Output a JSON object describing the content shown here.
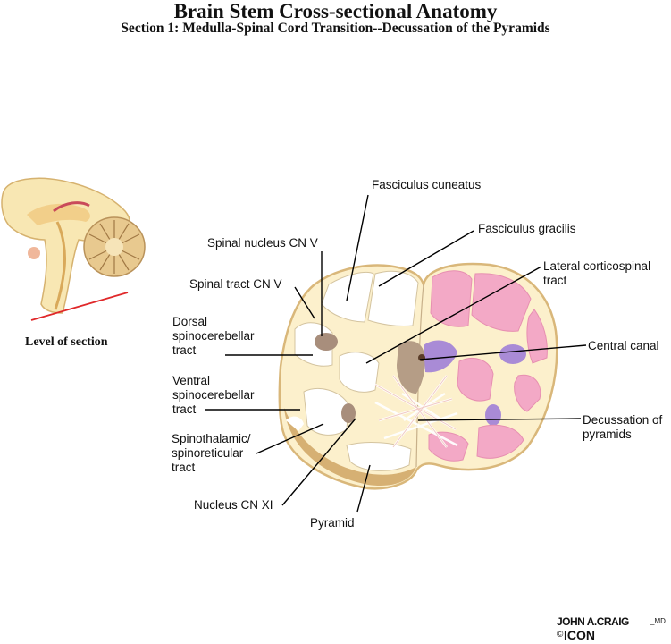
{
  "header": {
    "title": "Brain Stem Cross-sectional Anatomy",
    "subtitle": "Section 1:  Medulla-Spinal Cord Transition--Decussation of the Pyramids"
  },
  "inset": {
    "caption": "Level of section",
    "marker_color": "#e0282a"
  },
  "labels": {
    "fasciculus_cuneatus": "Fasciculus cuneatus",
    "fasciculus_gracilis": "Fasciculus gracilis",
    "spinal_nucleus_cn_v": "Spinal nucleus CN V",
    "spinal_tract_cn_v": "Spinal tract CN V",
    "lateral_corticospinal_tract": "Lateral corticospinal\ntract",
    "dorsal_spinocerebellar_tract": "Dorsal\nspinocerebellar\ntract",
    "central_canal": "Central canal",
    "ventral_spinocerebellar_tract": "Ventral\nspinocerebellar\ntract",
    "decussation_of_pyramids": "Decussation of\npyramids",
    "spinothalamic_spinoreticular_tract": "Spinothalamic/\nspinoreticular\ntract",
    "nucleus_cn_xi": "Nucleus CN XI",
    "pyramid": "Pyramid"
  },
  "colors": {
    "white_matter": "#fdf3d2",
    "outline_tan": "#d9b77a",
    "gray_nucleus": "#a88e7c",
    "pink_tract": "#f3a9c6",
    "purple_grey_matter": "#a98bd6"
  },
  "credit": {
    "artist": "JOHN A.CRAIG",
    "suffix": "_MD",
    "copyright": "©",
    "logo": "ICON"
  }
}
